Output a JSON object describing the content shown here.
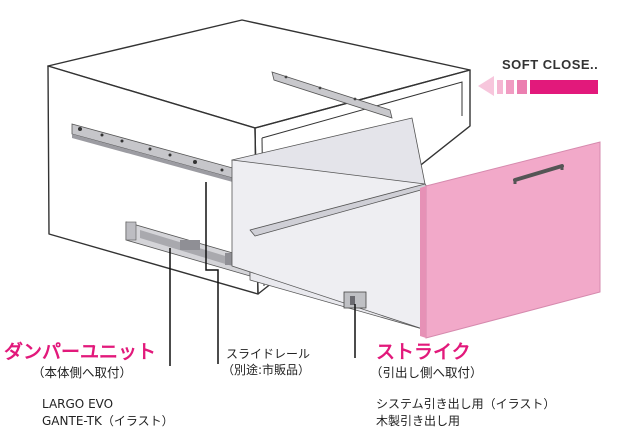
{
  "soft_close": {
    "label": "SOFT CLOSE.."
  },
  "damper": {
    "title": "ダンパーユニット",
    "note": "（本体側へ取付）"
  },
  "slide_rail": {
    "title": "スライドレール",
    "note": "（別途:市販品）"
  },
  "strike": {
    "title": "ストライク",
    "note": "（引出し側へ取付）"
  },
  "product": {
    "line1": "LARGO EVO",
    "line2": "GANTE-TK（イラスト）"
  },
  "drawer_note": {
    "line1": "システム引き出し用（イラスト）",
    "line2": "木製引き出し用"
  },
  "colors": {
    "accent": "#e2197b",
    "drawer_front": "#f2a9c9",
    "outline": "#333333"
  }
}
